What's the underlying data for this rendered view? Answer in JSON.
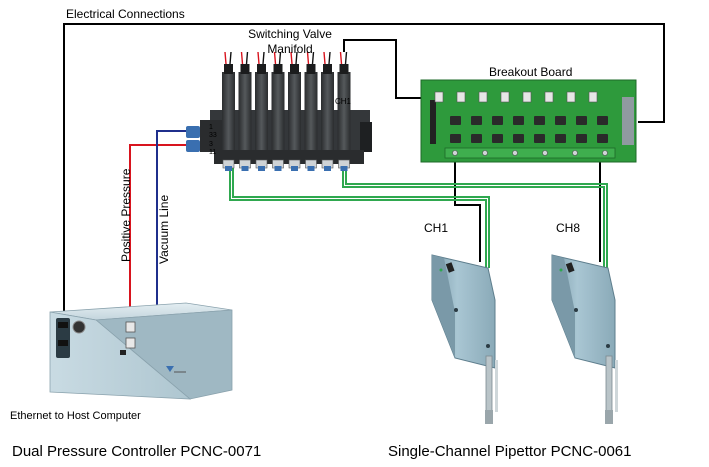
{
  "labels": {
    "electrical_connections": "Electrical Connections",
    "switching_valve_line1": "Switching Valve",
    "switching_valve_line2": "Manifold",
    "breakout_board": "Breakout Board",
    "ch1_on_manifold": "CH1",
    "port_1": "1",
    "port_33": "33",
    "port_3": "3",
    "port_11": "11",
    "positive_pressure": "Positive Pressure",
    "vacuum_line": "Vacuum Line",
    "ch1": "CH1",
    "ch8": "CH8",
    "ethernet": "Ethernet to Host Computer",
    "controller_caption": "Dual Pressure Controller PCNC-0071",
    "pipettor_caption": "Single-Channel Pipettor PCNC-0061"
  },
  "colors": {
    "positive_pressure_line": "#d8141e",
    "vacuum_line": "#1f2f8c",
    "valve_signal_line": "#2fa84f",
    "electrical_wire": "#000000",
    "board_green": "#2e9a3c",
    "manifold_body": "#3a3d40",
    "controller_body": "#b9cdd6",
    "pipettor_body": "#9fbccb"
  },
  "icons": {
    "controller": "pressure-controller-unit",
    "pipettor": "single-channel-pipettor",
    "manifold": "switching-valve-manifold",
    "board": "breakout-board"
  }
}
